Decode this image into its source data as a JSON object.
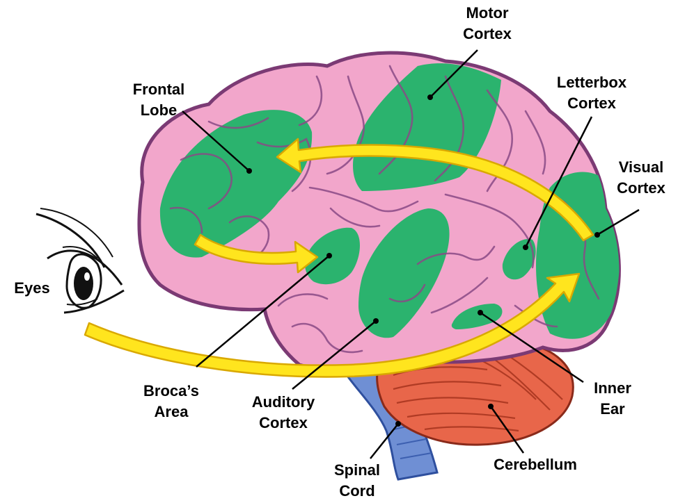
{
  "labels": {
    "motor": {
      "line1": "Motor",
      "line2": "Cortex"
    },
    "frontal": {
      "line1": "Frontal",
      "line2": "Lobe"
    },
    "letterbox": {
      "line1": "Letterbox",
      "line2": "Cortex"
    },
    "visual": {
      "line1": "Visual",
      "line2": "Cortex"
    },
    "eyes": {
      "line1": "Eyes"
    },
    "broca": {
      "line1": "Broca’s",
      "line2": "Area"
    },
    "auditory": {
      "line1": "Auditory",
      "line2": "Cortex"
    },
    "inner_ear": {
      "line1": "Inner",
      "line2": "Ear"
    },
    "spinal": {
      "line1": "Spinal",
      "line2": "Cord"
    },
    "cerebellum": {
      "line1": "Cerebellum"
    }
  },
  "colors": {
    "brain": "#f2a6cb",
    "brain_outline": "#7b3a74",
    "region": "#2bb36e",
    "arrow": "#ffe51e",
    "arrow_outline": "#d9a800",
    "cerebellum": "#e8664a",
    "spinal_cord": "#6f8fd4"
  }
}
